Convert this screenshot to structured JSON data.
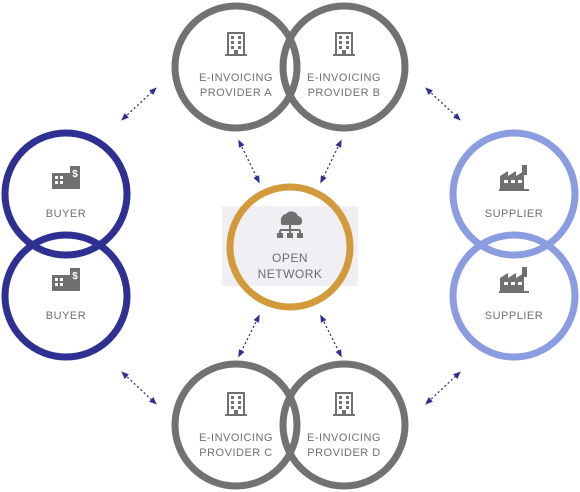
{
  "nodes": {
    "provider_a": {
      "line1": "E-INVOICING",
      "line2": "PROVIDER A"
    },
    "provider_b": {
      "line1": "E-INVOICING",
      "line2": "PROVIDER B"
    },
    "provider_c": {
      "line1": "E-INVOICING",
      "line2": "PROVIDER C"
    },
    "provider_d": {
      "line1": "E-INVOICING",
      "line2": "PROVIDER D"
    },
    "buyer_1": {
      "label": "BUYER"
    },
    "buyer_2": {
      "label": "BUYER"
    },
    "supplier_1": {
      "label": "SUPPLIER"
    },
    "supplier_2": {
      "label": "SUPPLIER"
    },
    "open_network": {
      "line1": "OPEN",
      "line2": "NETWORK"
    }
  },
  "colors": {
    "provider_ring": "#727272",
    "buyer_ring": "#2e3192",
    "supplier_ring": "#8b9de0",
    "network_ring": "#d39a3c",
    "network_band": "#f0f0f4",
    "icon": "#707070",
    "arrow": "#2e3192"
  },
  "icons": {
    "provider": "office-building-icon",
    "buyer": "building-dollar-icon",
    "supplier": "factory-icon",
    "network": "cloud-network-icon"
  }
}
